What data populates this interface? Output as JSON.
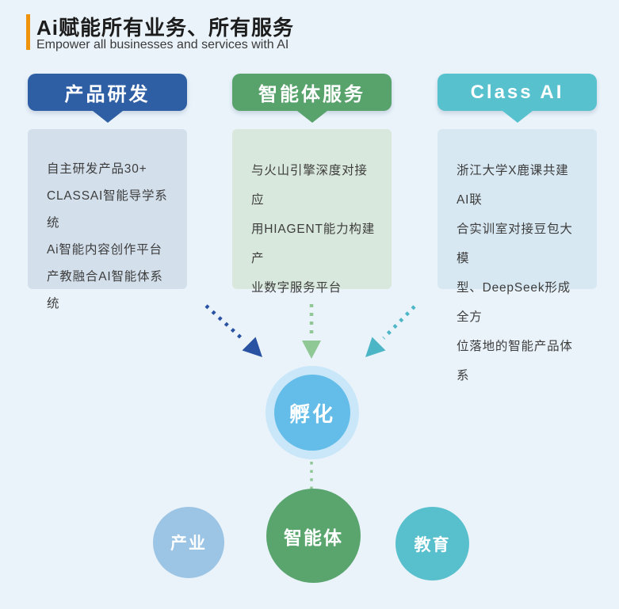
{
  "page": {
    "background": "#eaf3fa"
  },
  "header": {
    "title": "Ai赋能所有业务、所有服务",
    "subtitle": "Empower all businesses and services with AI",
    "accent_color": "#ef920c"
  },
  "columns": [
    {
      "badge": "产品研发",
      "badge_color": "#2e5fa4",
      "box_color": "#d3dfeb",
      "arrow_color": "#2a52a2",
      "lines": [
        "自主研发产品30+",
        "CLASSAI智能导学系统",
        "Ai智能内容创作平台",
        "产教融合AI智能体系统"
      ]
    },
    {
      "badge": "智能体服务",
      "badge_color": "#58a26c",
      "box_color": "#d9e8dc",
      "arrow_color": "#8fc795",
      "lines": [
        "与火山引擎深度对接应",
        "用HIAGENT能力构建产",
        "业数字服务平台"
      ]
    },
    {
      "badge": "Class AI",
      "badge_color": "#58c1ce",
      "box_color": "#d7e8f2",
      "arrow_color": "#4db6c6",
      "lines": [
        "浙江大学X鹿课共建AI联",
        "合实训室对接豆包大模",
        "型、DeepSeek形成全方",
        "位落地的智能产品体系"
      ]
    }
  ],
  "hub": {
    "label": "孵化",
    "fill_color": "#64bde9",
    "ring_color": "#c9e7f9",
    "connector_color": "#8fc795"
  },
  "outputs": [
    {
      "label": "产业",
      "color": "#9cc4e4"
    },
    {
      "label": "智能体",
      "color": "#5aa56e"
    },
    {
      "label": "教育",
      "color": "#58bfcd"
    }
  ]
}
